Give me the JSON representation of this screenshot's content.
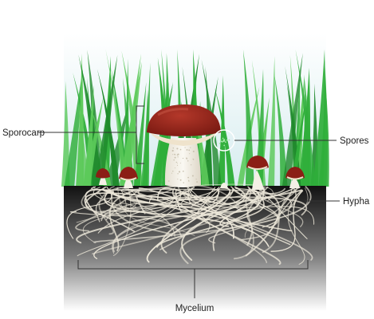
{
  "labels": {
    "sporocarp": "Sporocarp",
    "spores": "Spores",
    "hypha": "Hypha",
    "mycelium": "Mycelium"
  },
  "colors": {
    "sky_top": "#ffffff",
    "sky_bottom": "#d6ecef",
    "grass_dark": "#1f8a2c",
    "grass_mid": "#2fae3a",
    "grass_light": "#5cc95a",
    "soil_top": "#111111",
    "soil_bottom": "#ffffff",
    "cap": "#8b1e15",
    "cap_underside": "#efe3cc",
    "stalk": "#f2eee4",
    "hyphae": "#e9e4d6",
    "spores": "#9fe3a0"
  }
}
